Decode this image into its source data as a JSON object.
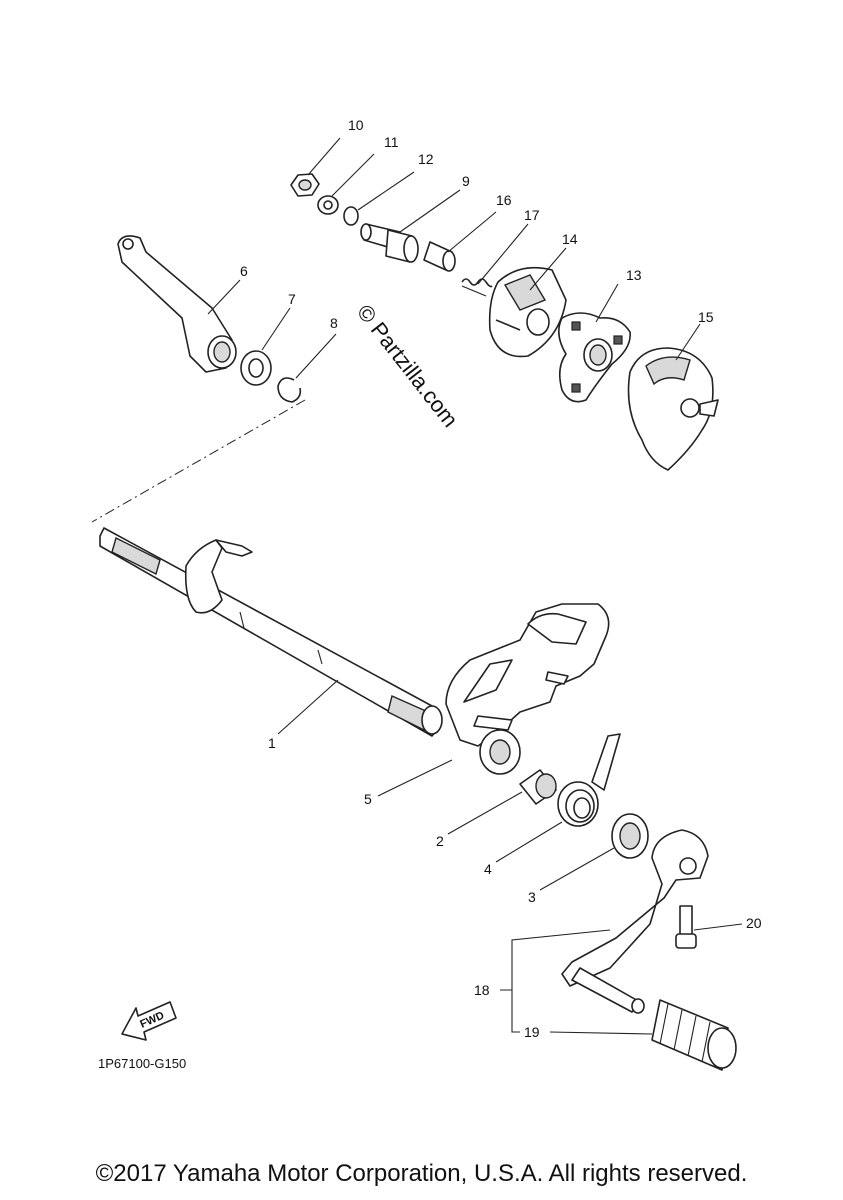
{
  "labels": {
    "p1": "1",
    "p2": "2",
    "p3": "3",
    "p4": "4",
    "p5": "5",
    "p6": "6",
    "p7": "7",
    "p8": "8",
    "p9": "9",
    "p10": "10",
    "p11": "11",
    "p12": "12",
    "p13": "13",
    "p14": "14",
    "p15": "15",
    "p16": "16",
    "p17": "17",
    "p18": "18",
    "p19": "19",
    "p20": "20"
  },
  "watermark": "© Partzilla.com",
  "fwd_label": "FWD",
  "diagram_code": "1P67100-G150",
  "copyright": "©2017 Yamaha Motor Corporation, U.S.A. All rights reserved."
}
